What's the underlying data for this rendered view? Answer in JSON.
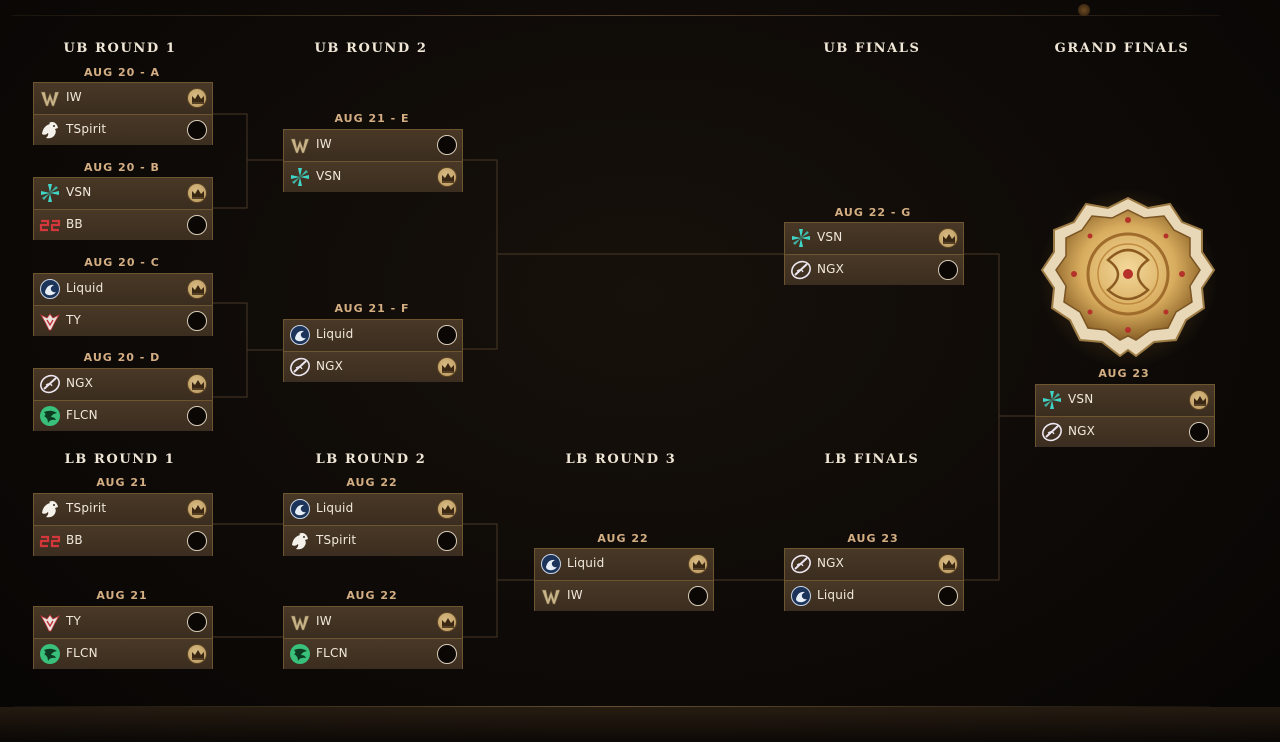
{
  "columns": {
    "ub1": "UB ROUND 1",
    "ub2": "UB ROUND 2",
    "ubf": "UB FINALS",
    "gf": "GRAND FINALS",
    "lb1": "LB ROUND 1",
    "lb2": "LB ROUND 2",
    "lb3": "LB ROUND 3",
    "lbf": "LB FINALS"
  },
  "matches": {
    "a": {
      "date": "AUG 20 - A",
      "t1": "IW",
      "t1_logo": "iw-logo-icon",
      "t1_result": "win",
      "t2": "TSpirit",
      "t2_logo": "tspirit-logo-icon",
      "t2_result": "lose"
    },
    "b": {
      "date": "AUG 20 - B",
      "t1": "VSN",
      "t1_logo": "vsn-logo-icon",
      "t1_result": "win",
      "t2": "BB",
      "t2_logo": "bb-logo-icon",
      "t2_result": "lose"
    },
    "c": {
      "date": "AUG 20 - C",
      "t1": "Liquid",
      "t1_logo": "liquid-logo-icon",
      "t1_result": "win",
      "t2": "TY",
      "t2_logo": "ty-logo-icon",
      "t2_result": "lose"
    },
    "d": {
      "date": "AUG 20 - D",
      "t1": "NGX",
      "t1_logo": "ngx-logo-icon",
      "t1_result": "win",
      "t2": "FLCN",
      "t2_logo": "flcn-logo-icon",
      "t2_result": "lose"
    },
    "e": {
      "date": "AUG 21 - E",
      "t1": "IW",
      "t1_logo": "iw-logo-icon",
      "t1_result": "lose",
      "t2": "VSN",
      "t2_logo": "vsn-logo-icon",
      "t2_result": "win"
    },
    "f": {
      "date": "AUG 21 - F",
      "t1": "Liquid",
      "t1_logo": "liquid-logo-icon",
      "t1_result": "lose",
      "t2": "NGX",
      "t2_logo": "ngx-logo-icon",
      "t2_result": "win"
    },
    "g": {
      "date": "AUG 22 - G",
      "t1": "VSN",
      "t1_logo": "vsn-logo-icon",
      "t1_result": "win",
      "t2": "NGX",
      "t2_logo": "ngx-logo-icon",
      "t2_result": "lose"
    },
    "gf": {
      "date": "AUG 23",
      "t1": "VSN",
      "t1_logo": "vsn-logo-icon",
      "t1_result": "win",
      "t2": "NGX",
      "t2_logo": "ngx-logo-icon",
      "t2_result": "lose"
    },
    "lb1a": {
      "date": "AUG 21",
      "t1": "TSpirit",
      "t1_logo": "tspirit-logo-icon",
      "t1_result": "win",
      "t2": "BB",
      "t2_logo": "bb-logo-icon",
      "t2_result": "lose"
    },
    "lb1b": {
      "date": "AUG 21",
      "t1": "TY",
      "t1_logo": "ty-logo-icon",
      "t1_result": "lose",
      "t2": "FLCN",
      "t2_logo": "flcn-logo-icon",
      "t2_result": "win"
    },
    "lb2a": {
      "date": "AUG 22",
      "t1": "Liquid",
      "t1_logo": "liquid-logo-icon",
      "t1_result": "win",
      "t2": "TSpirit",
      "t2_logo": "tspirit-logo-icon",
      "t2_result": "lose"
    },
    "lb2b": {
      "date": "AUG 22",
      "t1": "IW",
      "t1_logo": "iw-logo-icon",
      "t1_result": "win",
      "t2": "FLCN",
      "t2_logo": "flcn-logo-icon",
      "t2_result": "lose"
    },
    "lb3": {
      "date": "AUG 22",
      "t1": "Liquid",
      "t1_logo": "liquid-logo-icon",
      "t1_result": "win",
      "t2": "IW",
      "t2_logo": "iw-logo-icon",
      "t2_result": "lose"
    },
    "lbf": {
      "date": "AUG 23",
      "t1": "NGX",
      "t1_logo": "ngx-logo-icon",
      "t1_result": "win",
      "t2": "Liquid",
      "t2_logo": "liquid-logo-icon",
      "t2_result": "lose"
    }
  },
  "icons": {
    "win": "crown-icon",
    "lose": "empty-circle-icon",
    "trophy": "aegis-trophy-icon"
  },
  "colors": {
    "accent_gold": "#c9a76c",
    "date_text": "#d4ae83",
    "card_border": "#6d5530",
    "vsn_teal": "#3fd6c8",
    "bb_red": "#d4373b",
    "flcn_green": "#39c07a",
    "liquid_blue": "#2b4d80"
  }
}
